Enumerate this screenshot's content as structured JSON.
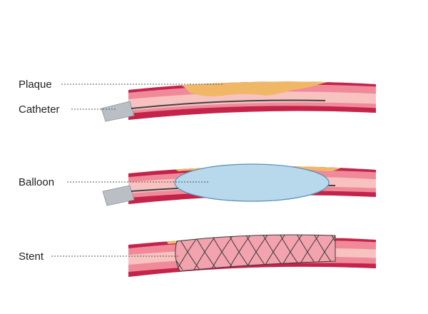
{
  "labels": {
    "plaque": "Plaque",
    "catheter": "Catheter",
    "balloon": "Balloon",
    "stent": "Stent"
  },
  "colors": {
    "vessel_wall": "#c4234a",
    "vessel_lumen": "#f08a9a",
    "vessel_inner": "#f7c2c0",
    "plaque": "#f0b866",
    "catheter_sheath": "#b9bfc4",
    "guidewire": "#444444",
    "balloon": "#b8d8ec",
    "balloon_edge": "#5b8fb3",
    "stent_wire": "#3a3a3a"
  }
}
